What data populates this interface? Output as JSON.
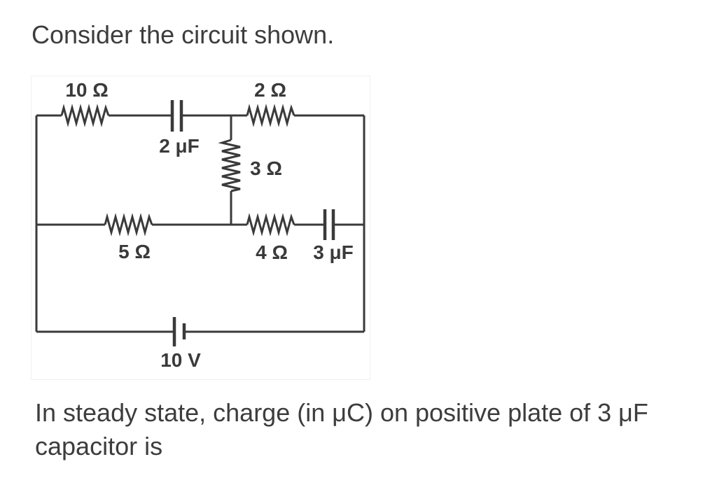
{
  "page": {
    "background": "#ffffff",
    "text_color": "#3d3d3d",
    "line_color": "#3a3a3a"
  },
  "question": {
    "intro": "Consider the circuit shown.",
    "body_lines": {
      "0": "In steady state, charge (in μC) on positive plate of 3 μF",
      "1": "capacitor is"
    }
  },
  "circuit": {
    "labels": {
      "r10": "10 Ω",
      "c2": "2 μF",
      "r2": "2 Ω",
      "r3": "3 Ω",
      "r5": "5 Ω",
      "r4": "4 Ω",
      "c3": "3 μF",
      "battery": "10 V"
    },
    "components": [
      {
        "name": "resistor-10-ohm",
        "type": "resistor",
        "value": "10 Ω"
      },
      {
        "name": "capacitor-2-uf",
        "type": "capacitor",
        "value": "2 μF"
      },
      {
        "name": "resistor-2-ohm",
        "type": "resistor",
        "value": "2 Ω"
      },
      {
        "name": "resistor-3-ohm",
        "type": "resistor",
        "value": "3 Ω"
      },
      {
        "name": "resistor-5-ohm",
        "type": "resistor",
        "value": "5 Ω"
      },
      {
        "name": "resistor-4-ohm",
        "type": "resistor",
        "value": "4 Ω"
      },
      {
        "name": "capacitor-3-uf",
        "type": "capacitor",
        "value": "3 μF"
      },
      {
        "name": "battery-10-v",
        "type": "battery",
        "value": "10 V"
      }
    ]
  }
}
